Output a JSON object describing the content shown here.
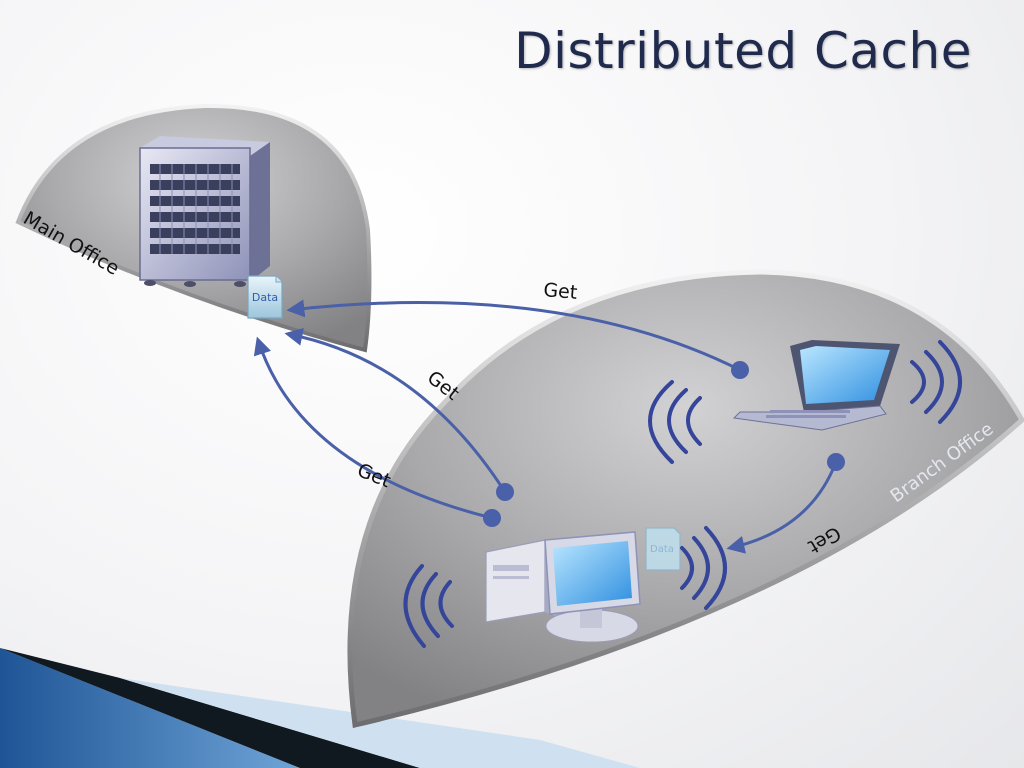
{
  "slide": {
    "title": "Distributed Cache"
  },
  "diagram": {
    "main_office_label": "Main Office",
    "branch_office_label": "Branch Office",
    "data_label": "Data",
    "get_labels": [
      "Get",
      "Get",
      "Get",
      "Get"
    ],
    "colors": {
      "arrow": "#4a60a8",
      "dome": "#9c9c9e",
      "title": "#1f2a4d",
      "accent_band": "#2f6aa8"
    }
  }
}
